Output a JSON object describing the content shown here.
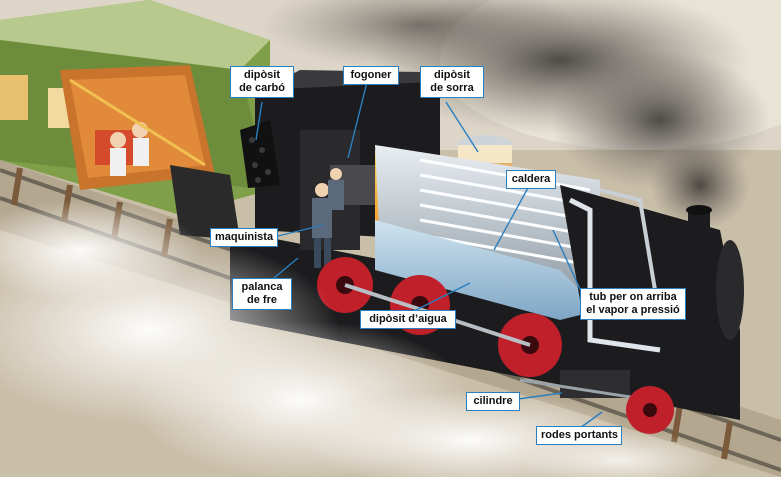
{
  "labels": {
    "coal_tank": {
      "line1": "dipòsit",
      "line2": "de carbó"
    },
    "firebox": {
      "text": "fogoner"
    },
    "sand_tank": {
      "line1": "dipòsit",
      "line2": "de sorra"
    },
    "boiler": {
      "text": "caldera"
    },
    "driver": {
      "text": "maquinista"
    },
    "brake_lever": {
      "line1": "palanca",
      "line2": "de fre"
    },
    "water_tank": {
      "text": "dipòsit d’aigua"
    },
    "steam_pipe": {
      "line1": "tub per on arriba",
      "line2": "el vapor a pressió"
    },
    "cylinder": {
      "text": "cilindre"
    },
    "carrying_wheels": {
      "text": "rodes portants"
    }
  },
  "colors": {
    "leader_blue": "#2a7fc0",
    "locomotive_black": "#1c1c1e",
    "carriage_green": "#7fa048",
    "wheel_red": "#c0202a",
    "steam_white": "#f2f2f0",
    "smoke_gray": "#5a5652",
    "fire_orange": "#e8832a"
  }
}
